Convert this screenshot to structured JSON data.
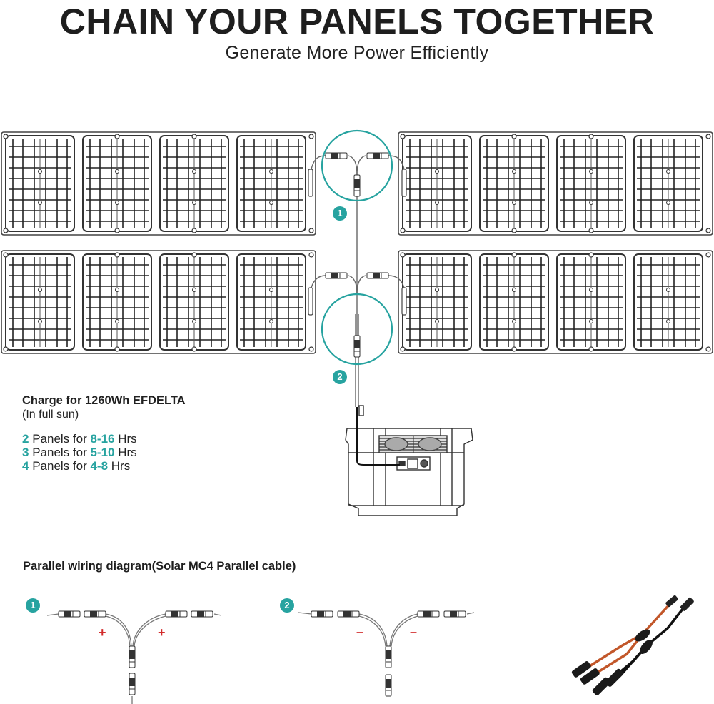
{
  "header": {
    "title": "CHAIN YOUR PANELS TOGETHER",
    "subtitle": "Generate More Power Efficiently"
  },
  "callouts": [
    {
      "id": "1",
      "label": "1"
    },
    {
      "id": "2",
      "label": "2"
    }
  ],
  "charge_info": {
    "heading": "Charge for 1260Wh EFDELTA",
    "note": "(In full sun)",
    "rows": [
      {
        "panels": "2",
        "middle": " Panels for ",
        "hours": "8-16",
        "unit": " Hrs"
      },
      {
        "panels": "3",
        "middle": " Panels for ",
        "hours": "5-10",
        "unit": " Hrs"
      },
      {
        "panels": "4",
        "middle": " Panels for ",
        "hours": "4-8",
        "unit": " Hrs"
      }
    ]
  },
  "wiring": {
    "title": "Parallel wiring diagram(Solar MC4 Parallel cable)",
    "diagrams": [
      {
        "badge": "1",
        "polarity_left": "+",
        "polarity_right": "+"
      },
      {
        "badge": "2",
        "polarity_left": "–",
        "polarity_right": "–"
      }
    ]
  },
  "colors": {
    "accent_teal": "#27a3a0",
    "polarity_red": "#d22b2b",
    "cable_orange": "#c2572a",
    "line_dark": "#333333"
  }
}
